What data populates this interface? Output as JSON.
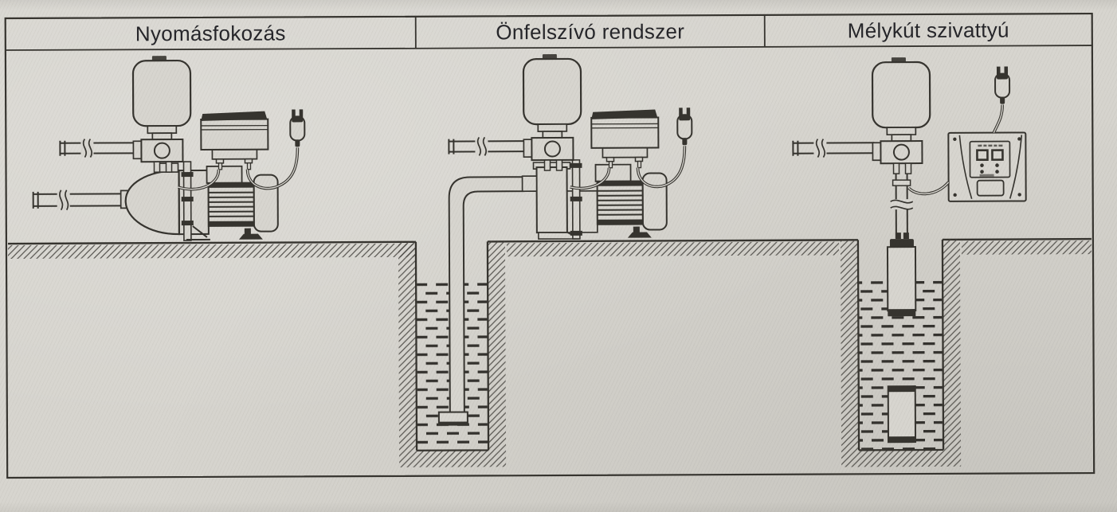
{
  "header": {
    "columns": [
      {
        "id": "pressure-boosting",
        "label": "Nyomásfokozás"
      },
      {
        "id": "self-priming",
        "label": "Önfelszívó rendszer"
      },
      {
        "id": "deep-well",
        "label": "Mélykút szivattyú"
      }
    ]
  },
  "colors": {
    "paper": "#d7d5cf",
    "ink": "#36342f",
    "hatch": "#45433e",
    "header_text": "#26262a"
  },
  "diagrams": [
    {
      "name": "pressure-boosting-diagram",
      "label": "Nyomásfokozás",
      "components": [
        "pressure-tank",
        "tee-fitting",
        "delivery-pipe",
        "suction-pipe",
        "pipe-break-marks",
        "jet-pump",
        "motor-with-fins",
        "pressure-switch",
        "power-cord",
        "power-plug",
        "ground-surface"
      ]
    },
    {
      "name": "self-priming-diagram",
      "label": "Önfelszívó rendszer",
      "components": [
        "pressure-tank",
        "tee-fitting",
        "delivery-pipe",
        "jet-pump",
        "motor-with-fins",
        "pressure-switch",
        "power-cord",
        "power-plug",
        "suction-elbow-pipe",
        "well-shaft",
        "well-water",
        "foot-valve",
        "ground-surface"
      ]
    },
    {
      "name": "deep-well-diagram",
      "label": "Mélykút szivattyú",
      "components": [
        "pressure-tank",
        "tee-fitting",
        "delivery-pipe",
        "riser-pipe",
        "pipe-break-marks",
        "control-box",
        "control-buttons",
        "power-cord",
        "power-plug",
        "well-shaft",
        "well-water",
        "submersible-pump",
        "ground-surface"
      ]
    }
  ]
}
